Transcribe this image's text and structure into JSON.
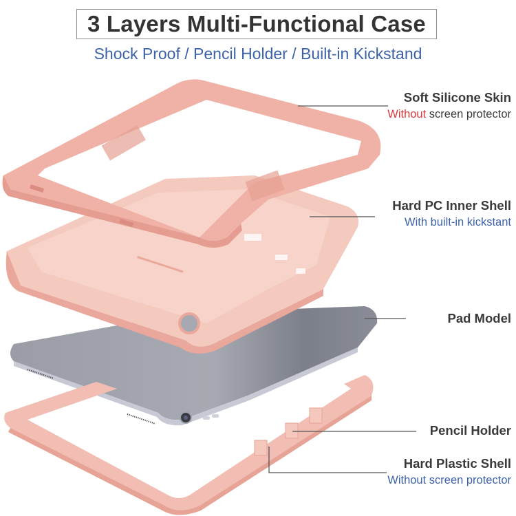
{
  "header": {
    "title": "3 Layers Multi-Functional Case",
    "subtitle": "Shock Proof / Pencil Holder / Built-in Kickstand"
  },
  "callouts": [
    {
      "heading": "Soft Silicone Skin",
      "sub_highlight": "Without",
      "sub_rest": " screen protector",
      "highlight_color": "#d83a3a"
    },
    {
      "heading": "Hard PC Inner Shell",
      "sub": "With built-in kickstant"
    },
    {
      "heading": "Pad Model"
    },
    {
      "heading": "Pencil Holder"
    },
    {
      "heading": "Hard Plastic Shell",
      "sub": "Without screen protector"
    }
  ],
  "colors": {
    "title_text": "#333333",
    "subtitle_blue": "#3d62a8",
    "accent_red": "#d83a3a",
    "case_pink": "#f2b9ae",
    "case_pink_light": "#f7d2ca",
    "tablet_gray": "#8a8d97",
    "leader_line": "#555555"
  }
}
